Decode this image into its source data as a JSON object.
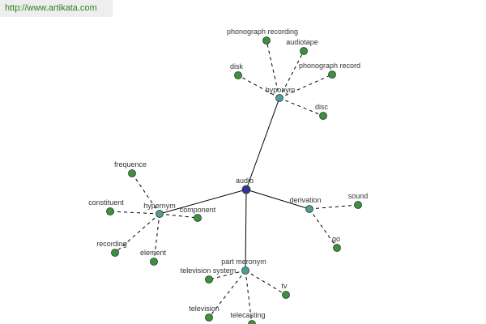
{
  "watermark": {
    "text": "http://www.artikata.com"
  },
  "colors": {
    "root": "#333399",
    "relation": "#4f9a9a",
    "leaf": "#3f8f3f",
    "edge": "#000000"
  },
  "graph": {
    "root": "audio",
    "relations": [
      {
        "label": "hyponym",
        "terms": [
          "phonograph recording",
          "audiotape",
          "disk",
          "phonograph record",
          "disc"
        ]
      },
      {
        "label": "hypernym",
        "terms": [
          "frequence",
          "constituent",
          "component",
          "recording",
          "element"
        ]
      },
      {
        "label": "derivation",
        "terms": [
          "sound",
          "go"
        ]
      },
      {
        "label": "part meronym",
        "terms": [
          "television system",
          "tv",
          "television",
          "telecasting"
        ]
      }
    ]
  }
}
